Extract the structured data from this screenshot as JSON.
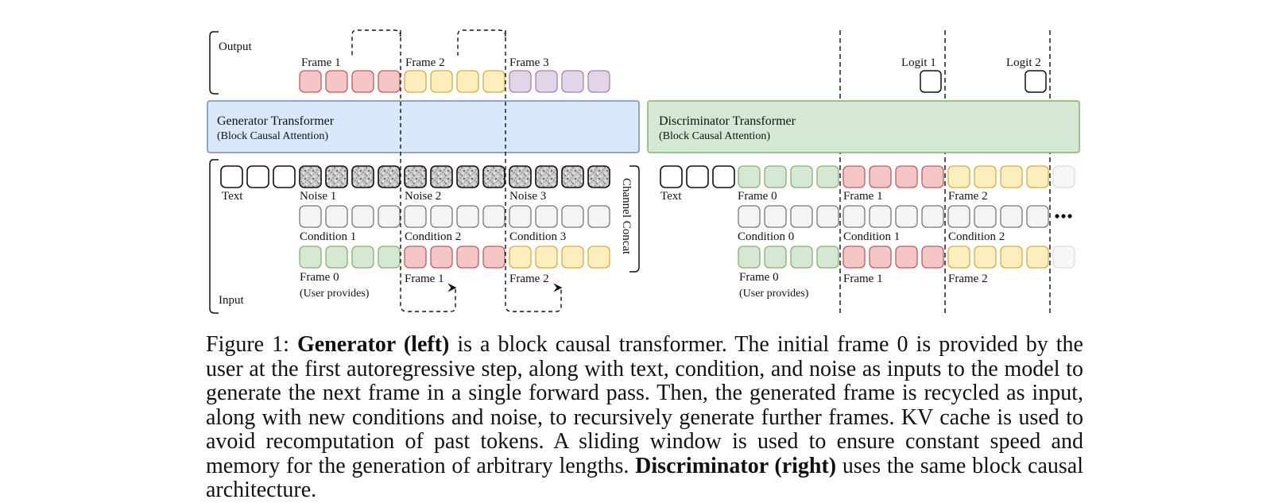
{
  "colors": {
    "red_fill": "#f5c6c6",
    "red_stroke": "#c45a5a",
    "yellow_fill": "#fdeebd",
    "yellow_stroke": "#d6ad38",
    "purple_fill": "#e2d5ea",
    "purple_stroke": "#9a86aa",
    "green_fill": "#d5e8d4",
    "green_stroke": "#82b366",
    "gray_fill": "#f4f4f4",
    "gray_stroke": "#777777",
    "blue_box_fill": "#dae8fc",
    "blue_box_stroke": "#6c8ebf",
    "green_box_fill": "#d5e8d4",
    "green_box_stroke": "#82b366"
  },
  "generator": {
    "output_label": "Output",
    "input_label": "Input",
    "output_frames": [
      "Frame 1",
      "Frame 2",
      "Frame 3"
    ],
    "title": "Generator Transformer",
    "subtitle": "(Block Causal Attention)",
    "text_label": "Text",
    "noise_labels": [
      "Noise 1",
      "Noise 2",
      "Noise 3"
    ],
    "condition_labels": [
      "Condition 1",
      "Condition 2",
      "Condition 3"
    ],
    "frame_labels": [
      "Frame 0",
      "Frame 1",
      "Frame 2"
    ],
    "user_provides": "(User provides)",
    "channel_concat": "Channel Concat"
  },
  "discriminator": {
    "title": "Discriminator Transformer",
    "subtitle": "(Block Causal Attention)",
    "logit_labels": [
      "Logit 1",
      "Logit 2"
    ],
    "text_label": "Text",
    "top_frame_labels": [
      "Frame 0",
      "Frame 1",
      "Frame 2"
    ],
    "condition_labels": [
      "Condition 0",
      "Condition 1",
      "Condition 2"
    ],
    "bottom_frame_labels": [
      "Frame 0",
      "Frame 1",
      "Frame 2"
    ],
    "user_provides": "(User provides)"
  },
  "caption": {
    "prefix": "Figure 1: ",
    "bold1": "Generator (left)",
    "text1": " is a block causal transformer. The initial frame 0 is provided by the user at the first autoregressive step, along with text, condition, and noise as inputs to the model to generate the next frame in a single forward pass. Then, the generated frame is recycled as input, along with new conditions and noise, to recursively generate further frames. KV cache is used to avoid recomputation of past tokens. A sliding window is used to ensure constant speed and memory for the generation of arbitrary lengths. ",
    "bold2": "Discriminator (right)",
    "text2": " uses the same block causal architecture."
  }
}
